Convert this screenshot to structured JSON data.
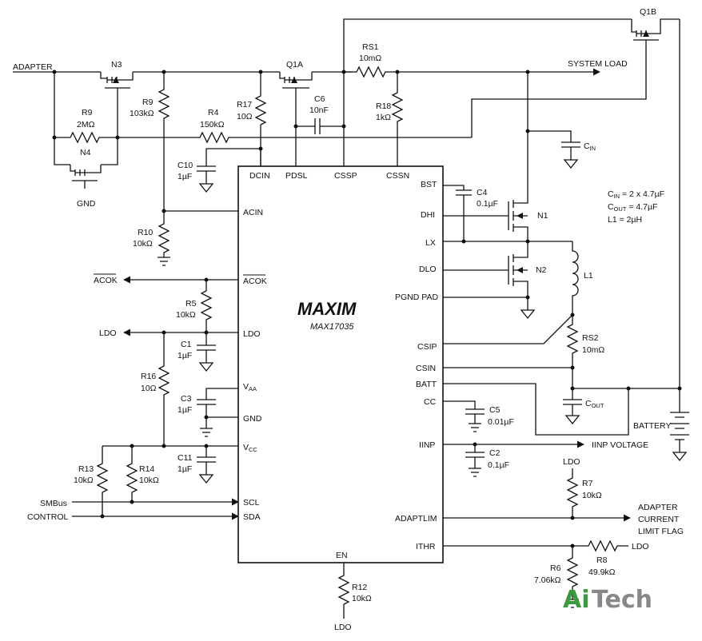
{
  "chip": {
    "brand": "MAXIM",
    "part": "MAX17035"
  },
  "pins": {
    "dcin": "DCIN",
    "pdsl": "PDSL",
    "cssp": "CSSP",
    "cssn": "CSSN",
    "acin": "ACIN",
    "acok": "ACOK",
    "ldo": "LDO",
    "vaa": "V",
    "vaa_sub": "AA",
    "gnd": "GND",
    "vcc": "V",
    "vcc_sub": "CC",
    "scl": "SCL",
    "sda": "SDA",
    "bst": "BST",
    "dhi": "DHI",
    "lx": "LX",
    "dlo": "DLO",
    "pgnd": "PGND PAD",
    "csip": "CSIP",
    "csin": "CSIN",
    "batt": "BATT",
    "cc": "CC",
    "iinp": "IINP",
    "adaptlim": "ADAPTLIM",
    "ithr": "ITHR",
    "en": "EN"
  },
  "components": {
    "n3": "N3",
    "q1a": "Q1A",
    "q1b": "Q1B",
    "n4": "N4",
    "n1": "N1",
    "n2": "N2",
    "rs1": [
      "RS1",
      "10mΩ"
    ],
    "rs2": [
      "RS2",
      "10mΩ"
    ],
    "r9": [
      "R9",
      "103kΩ"
    ],
    "r9b": [
      "R9",
      "2MΩ"
    ],
    "r4": [
      "R4",
      "150kΩ"
    ],
    "r17": [
      "R17",
      "10Ω"
    ],
    "r18": [
      "R18",
      "1kΩ"
    ],
    "r10": [
      "R10",
      "10kΩ"
    ],
    "r5": [
      "R5",
      "10kΩ"
    ],
    "r16": [
      "R16",
      "10Ω"
    ],
    "r13": [
      "R13",
      "10kΩ"
    ],
    "r14": [
      "R14",
      "10kΩ"
    ],
    "r12": [
      "R12",
      "10kΩ"
    ],
    "r7": [
      "R7",
      "10kΩ"
    ],
    "r8": [
      "R8",
      "49.9kΩ"
    ],
    "r6": [
      "R6",
      "7.06kΩ"
    ],
    "c6": [
      "C6",
      "10nF"
    ],
    "c10": [
      "C10",
      "1µF"
    ],
    "c4": [
      "C4",
      "0.1µF"
    ],
    "c1": [
      "C1",
      "1µF"
    ],
    "c3": [
      "C3",
      "1µF"
    ],
    "c11": [
      "C11",
      "1µF"
    ],
    "c5": [
      "C5",
      "0.01µF"
    ],
    "c2": [
      "C2",
      "0.1µF"
    ],
    "cin": "C",
    "cin_sub": "IN",
    "cout": "C",
    "cout_sub": "OUT",
    "l1": "L1"
  },
  "notes": {
    "cin_label": "C",
    "cin_sub": "IN",
    "cin_value": " = 2 x 4.7µF",
    "cout_label": "C",
    "cout_sub": "OUT",
    "cout_value": " = 4.7µF",
    "l1_value": "L1 = 2µH"
  },
  "nets": {
    "adapter": "ADAPTER",
    "system_load": "SYSTEM LOAD",
    "gnd": "GND",
    "acok": "ACOK",
    "ldo": "LDO",
    "smbus": "SMBus",
    "control": "CONTROL",
    "battery": "BATTERY",
    "iinp_voltage": "IINP VOLTAGE",
    "adapter_flag": [
      "ADAPTER",
      "CURRENT",
      "LIMIT FLAG"
    ]
  },
  "watermark": {
    "part1": "Ai",
    "part2": "Tech"
  }
}
